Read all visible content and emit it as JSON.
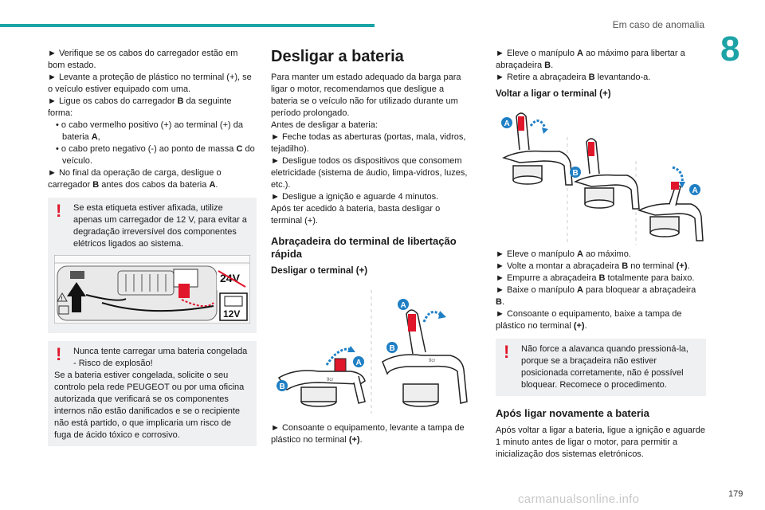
{
  "header": {
    "section": "Em caso de anomalia",
    "chapter": "8"
  },
  "col1": {
    "p1": "► Verifique se os cabos do carregador estão em bom estado.",
    "p2": "► Levante a proteção de plástico no terminal (+), se o veículo estiver equipado com uma.",
    "p3a": "► Ligue os cabos do carregador ",
    "p3b": "B",
    "p3c": " da seguinte forma:",
    "b1a": "• o cabo vermelho positivo (+) ao terminal (+) da bateria ",
    "b1b": "A",
    "b1c": ",",
    "b2a": "• o cabo preto negativo (-) ao ponto de massa ",
    "b2b": "C",
    "b2c": " do veículo.",
    "p4a": "► No final da operação de carga, desligue o carregador ",
    "p4b": "B",
    "p4c": " antes dos cabos da bateria ",
    "p4d": "A",
    "p4e": ".",
    "warn1_l1": "Se esta etiqueta estiver afixada, utilize apenas um carregador de 12 V, para evitar a degradação irreversível dos componentes elétricos ligados ao sistema.",
    "label_24v": "24V",
    "label_12v": "12V",
    "warn2_l1": "Nunca tente carregar uma bateria congelada - Risco de explosão!",
    "warn2_l2": "Se a bateria estiver congelada, solicite o seu controlo pela rede PEUGEOT ou por uma oficina autorizada que verificará se os componentes internos não estão danificados e se o recipiente não está partido, o que implicaria um risco de fuga de ácido tóxico e corrosivo."
  },
  "col2": {
    "title": "Desligar a bateria",
    "p1": "Para manter um estado adequado da barga para ligar o motor, recomendamos que desligue a bateria se o veículo não for utilizado durante um período prolongado.",
    "p2": "Antes de desligar a bateria:",
    "p3": "► Feche todas as aberturas (portas, mala, vidros, tejadilho).",
    "p4": "► Desligue todos os dispositivos que consomem eletricidade (sistema de áudio, limpa-vidros, luzes, etc.).",
    "p5": "► Desligue a ignição e aguarde 4 minutos.",
    "p6": "Após ter acedido à bateria, basta desligar o terminal (+).",
    "h3": "Abraçadeira do terminal de libertação rápida",
    "h4": "Desligar o terminal (+)",
    "p7a": "► Consoante o equipamento, levante a tampa de plástico no terminal ",
    "p7b": "(+)",
    "p7c": "."
  },
  "col3": {
    "p1a": "► Eleve o manípulo ",
    "p1b": "A",
    "p1c": " ao máximo para libertar a abraçadeira ",
    "p1d": "B",
    "p1e": ".",
    "p2a": "► Retire a abraçadeira ",
    "p2b": "B",
    "p2c": " levantando-a.",
    "h4": "Voltar a ligar o terminal (+)",
    "s1a": "► Eleve o manípulo ",
    "s1b": "A",
    "s1c": " ao máximo.",
    "s2a": "► Volte a montar a abraçadeira ",
    "s2b": "B",
    "s2c": " no terminal ",
    "s2d": "(+)",
    "s2e": ".",
    "s3a": "► Empurre a abraçadeira ",
    "s3b": "B",
    "s3c": " totalmente para baixo.",
    "s4a": "► Baixe o manípulo ",
    "s4b": "A",
    "s4c": " para bloquear a abraçadeira ",
    "s4d": "B",
    "s4e": ".",
    "s5a": "► Consoante o equipamento, baixe a tampa de plástico no terminal ",
    "s5b": "(+)",
    "s5c": ".",
    "warn": "Não force a alavanca quando pressioná-la, porque se a braçadeira não estiver posicionada corretamente, não é possível bloquear. Recomece o procedimento.",
    "h3": "Após ligar novamente a bateria",
    "p_last": "Após voltar a ligar a bateria, ligue a ignição e aguarde 1 minuto antes de ligar o motor, para permitir a inicialização dos sistemas eletrónicos."
  },
  "figure_labels": {
    "a": "A",
    "b": "B",
    "terminal": "9cr"
  },
  "footer": {
    "page": "179",
    "watermark": "carmanualsonline.info"
  },
  "colors": {
    "accent": "#1ba3a6",
    "warning": "#e0162b",
    "label": "#1f7fc4"
  }
}
